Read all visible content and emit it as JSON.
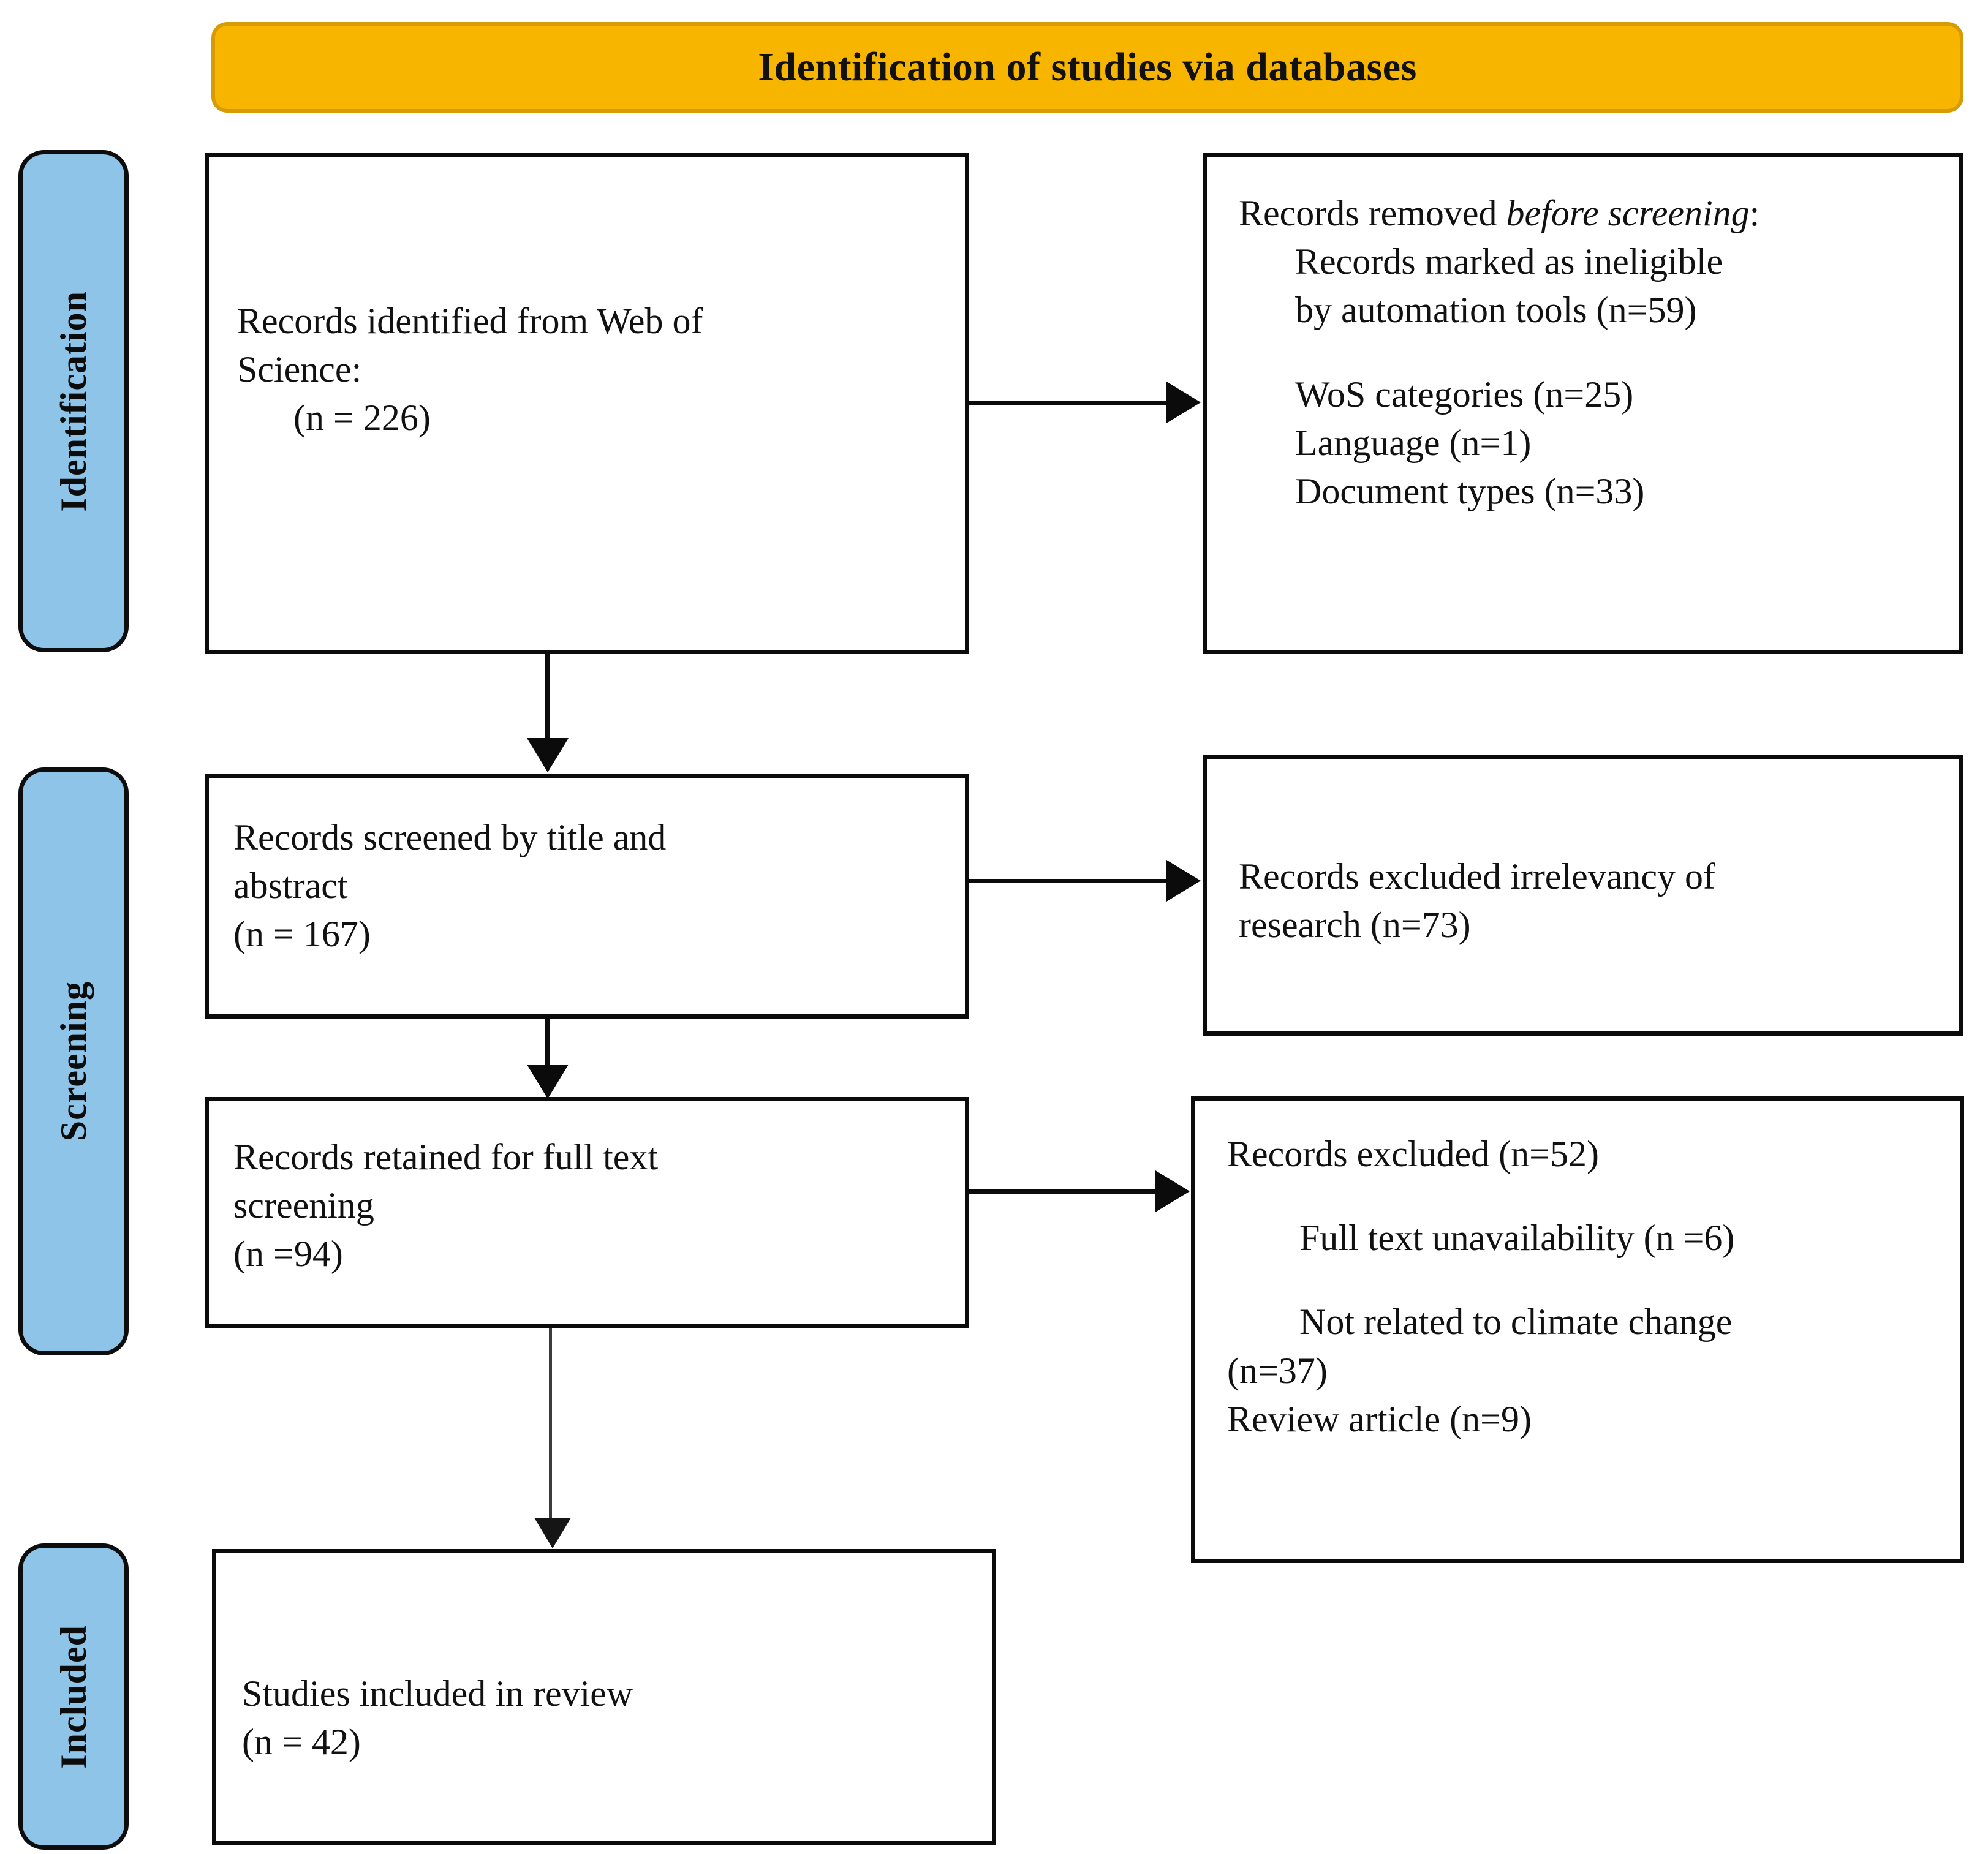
{
  "banner": {
    "title": "Identification of studies via databases",
    "bg_color": "#F8B500",
    "border_color": "#D79B06"
  },
  "stage_labels": {
    "bg_color": "#8DC4E8",
    "identification": "Identification",
    "screening": "Screening",
    "included": "Included"
  },
  "boxes": {
    "identified": {
      "line1": "Records identified from Web of",
      "line2": "Science:",
      "line3": "(n = 226)"
    },
    "removed": {
      "line1_prefix": "Records removed ",
      "line1_italic": "before screening",
      "line1_suffix": ":",
      "line2": "Records marked as ineligible",
      "line3": "by automation tools (n=59)",
      "line4": "WoS categories (n=25)",
      "line5": "Language (n=1)",
      "line6": "Document types (n=33)"
    },
    "screened": {
      "line1": "Records screened by title and",
      "line2": "abstract",
      "line3": "(n = 167)"
    },
    "excluded_irrelevancy": {
      "line1": "Records excluded irrelevancy of",
      "line2": "research (n=73)"
    },
    "retained": {
      "line1": "Records retained for full text",
      "line2": "screening",
      "line3": "(n =94)"
    },
    "excluded_fulltext": {
      "line1": "Records excluded (n=52)",
      "line2": "Full text unavailability (n =6)",
      "line3": "Not related to climate change",
      "line4": "(n=37)",
      "line5": "Review article (n=9)"
    },
    "included": {
      "line1": "Studies included in review",
      "line2": "(n = 42)"
    }
  },
  "chart_data": {
    "type": "diagram",
    "title": "PRISMA flow diagram — Identification of studies via databases",
    "stages": [
      "Identification",
      "Screening",
      "Included"
    ],
    "nodes": [
      {
        "id": "identified",
        "stage": "Identification",
        "label": "Records identified from Web of Science",
        "n": 226
      },
      {
        "id": "removed",
        "stage": "Identification",
        "label": "Records removed before screening",
        "breakdown": [
          {
            "label": "Records marked as ineligible by automation tools",
            "n": 59
          },
          {
            "label": "WoS categories",
            "n": 25
          },
          {
            "label": "Language",
            "n": 1
          },
          {
            "label": "Document types",
            "n": 33
          }
        ]
      },
      {
        "id": "screened",
        "stage": "Screening",
        "label": "Records screened by title and abstract",
        "n": 167
      },
      {
        "id": "excluded_irrelevancy",
        "stage": "Screening",
        "label": "Records excluded irrelevancy of research",
        "n": 73
      },
      {
        "id": "retained",
        "stage": "Screening",
        "label": "Records retained for full text screening",
        "n": 94
      },
      {
        "id": "excluded_fulltext",
        "stage": "Screening",
        "label": "Records excluded",
        "n": 52,
        "breakdown": [
          {
            "label": "Full text unavailability",
            "n": 6
          },
          {
            "label": "Not related to climate change",
            "n": 37
          },
          {
            "label": "Review article",
            "n": 9
          }
        ]
      },
      {
        "id": "included",
        "stage": "Included",
        "label": "Studies included in review",
        "n": 42
      }
    ],
    "edges": [
      {
        "from": "identified",
        "to": "removed",
        "direction": "right"
      },
      {
        "from": "identified",
        "to": "screened",
        "direction": "down"
      },
      {
        "from": "screened",
        "to": "excluded_irrelevancy",
        "direction": "right"
      },
      {
        "from": "screened",
        "to": "retained",
        "direction": "down"
      },
      {
        "from": "retained",
        "to": "excluded_fulltext",
        "direction": "right"
      },
      {
        "from": "retained",
        "to": "included",
        "direction": "down"
      }
    ]
  }
}
